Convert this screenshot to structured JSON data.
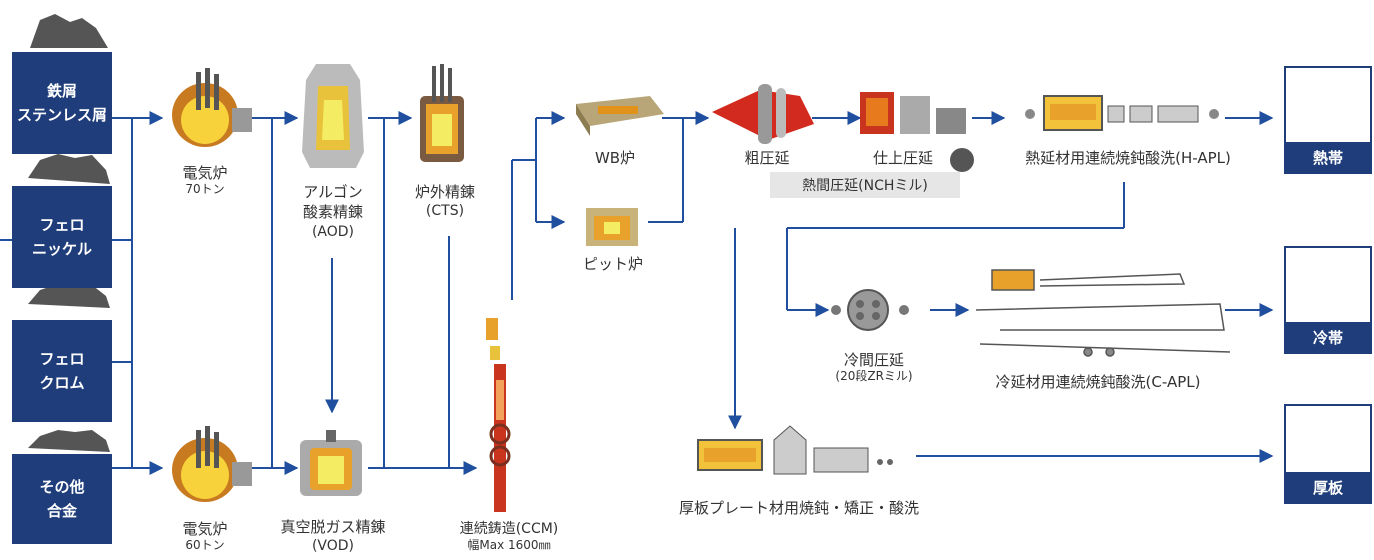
{
  "materials": {
    "scrap": "鉄屑\nステンレス屑",
    "ferronickel": "フェロ\nニッケル",
    "ferrochrome": "フェロ\nクロム",
    "other": "その他\n合金"
  },
  "eaf1": {
    "name": "電気炉",
    "cap": "70トン"
  },
  "eaf2": {
    "name": "電気炉",
    "cap": "60トン"
  },
  "aod": {
    "name": "アルゴン\n酸素精錬",
    "code": "(AOD)"
  },
  "vod": {
    "name": "真空脱ガス精錬",
    "code": "(VOD)"
  },
  "cts": {
    "name": "炉外精錬",
    "code": "(CTS)"
  },
  "ccm": {
    "name": "連続鋳造(CCM)",
    "width": "幅Max 1600㎜"
  },
  "wb": "WB炉",
  "pit": "ピット炉",
  "rough": "粗圧延",
  "finish": "仕上圧延",
  "hot_mill": "熱間圧延(NCHミル)",
  "hapl": "熱延材用連続焼鈍酸洗(H-APL)",
  "cold": {
    "name": "冷間圧延",
    "sub": "(20段ZRミル)"
  },
  "capl": "冷延材用連続焼鈍酸洗(C-APL)",
  "plate": "厚板プレート材用焼鈍・矯正・酸洗",
  "products": {
    "hot": "熱帯",
    "cold": "冷帯",
    "plate": "厚板"
  },
  "colors": {
    "navy": "#1e3d7a",
    "arrow": "#1f4f9e"
  }
}
